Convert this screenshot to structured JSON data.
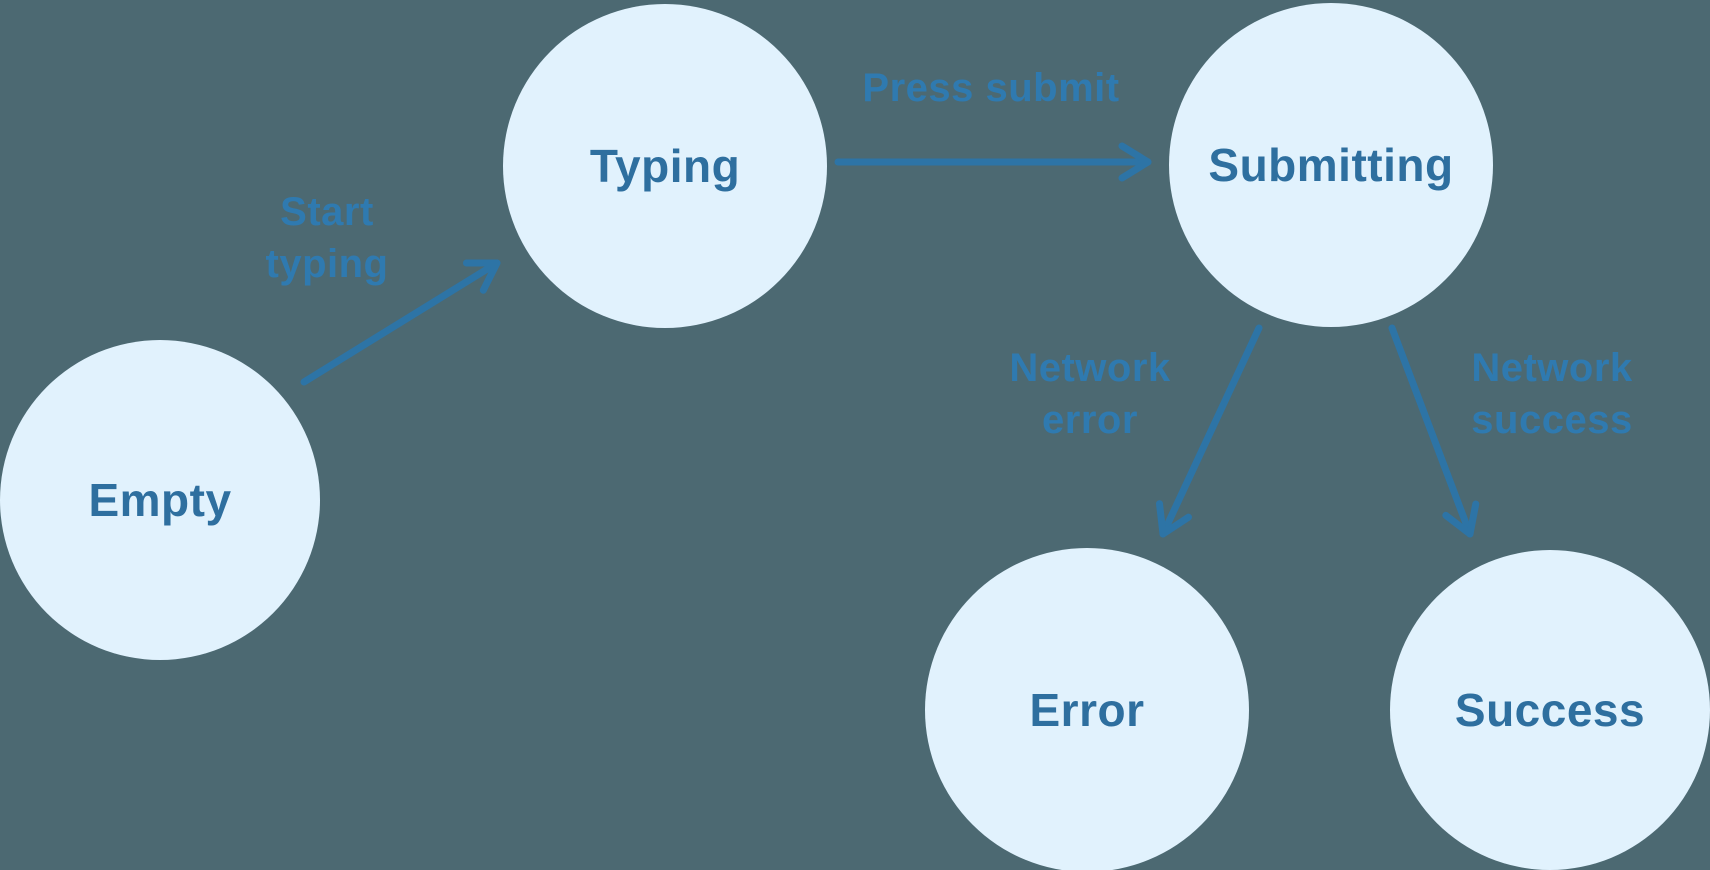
{
  "diagram": {
    "type": "state-machine",
    "states": [
      {
        "id": "empty",
        "label": "Empty"
      },
      {
        "id": "typing",
        "label": "Typing"
      },
      {
        "id": "submitting",
        "label": "Submitting"
      },
      {
        "id": "error",
        "label": "Error"
      },
      {
        "id": "success",
        "label": "Success"
      }
    ],
    "transitions": [
      {
        "from": "empty",
        "to": "typing",
        "label": "Start typing",
        "label_lines": [
          "Start",
          "typing"
        ]
      },
      {
        "from": "typing",
        "to": "submitting",
        "label": "Press submit",
        "label_lines": [
          "Press submit"
        ]
      },
      {
        "from": "submitting",
        "to": "error",
        "label": "Network error",
        "label_lines": [
          "Network",
          "error"
        ]
      },
      {
        "from": "submitting",
        "to": "success",
        "label": "Network success",
        "label_lines": [
          "Network",
          "success"
        ]
      }
    ]
  },
  "colors": {
    "background": "#4C6972",
    "state_fill": "#E1F2FD",
    "state_text": "#2E6F9F",
    "transition_text": "#2F7AB0",
    "arrow": "#2D74A6"
  }
}
